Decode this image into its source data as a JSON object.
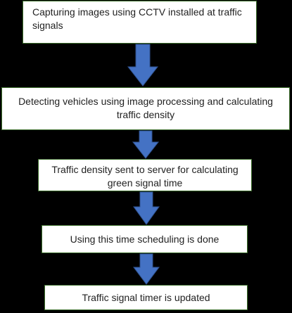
{
  "flowchart": {
    "steps": [
      {
        "text": "Capturing images using CCTV installed at traffic signals"
      },
      {
        "text": "Detecting vehicles using image processing and calculating traffic density"
      },
      {
        "text": "Traffic density sent to server for calculating green signal time"
      },
      {
        "text": "Using this time scheduling is done"
      },
      {
        "text": "Traffic signal timer is updated"
      }
    ]
  },
  "colors": {
    "background": "#000000",
    "box_fill": "#ffffff",
    "box_border": "#3b6e2a",
    "arrow_fill": "#4472c4",
    "arrow_stroke": "#2f528f",
    "text": "#222222"
  }
}
